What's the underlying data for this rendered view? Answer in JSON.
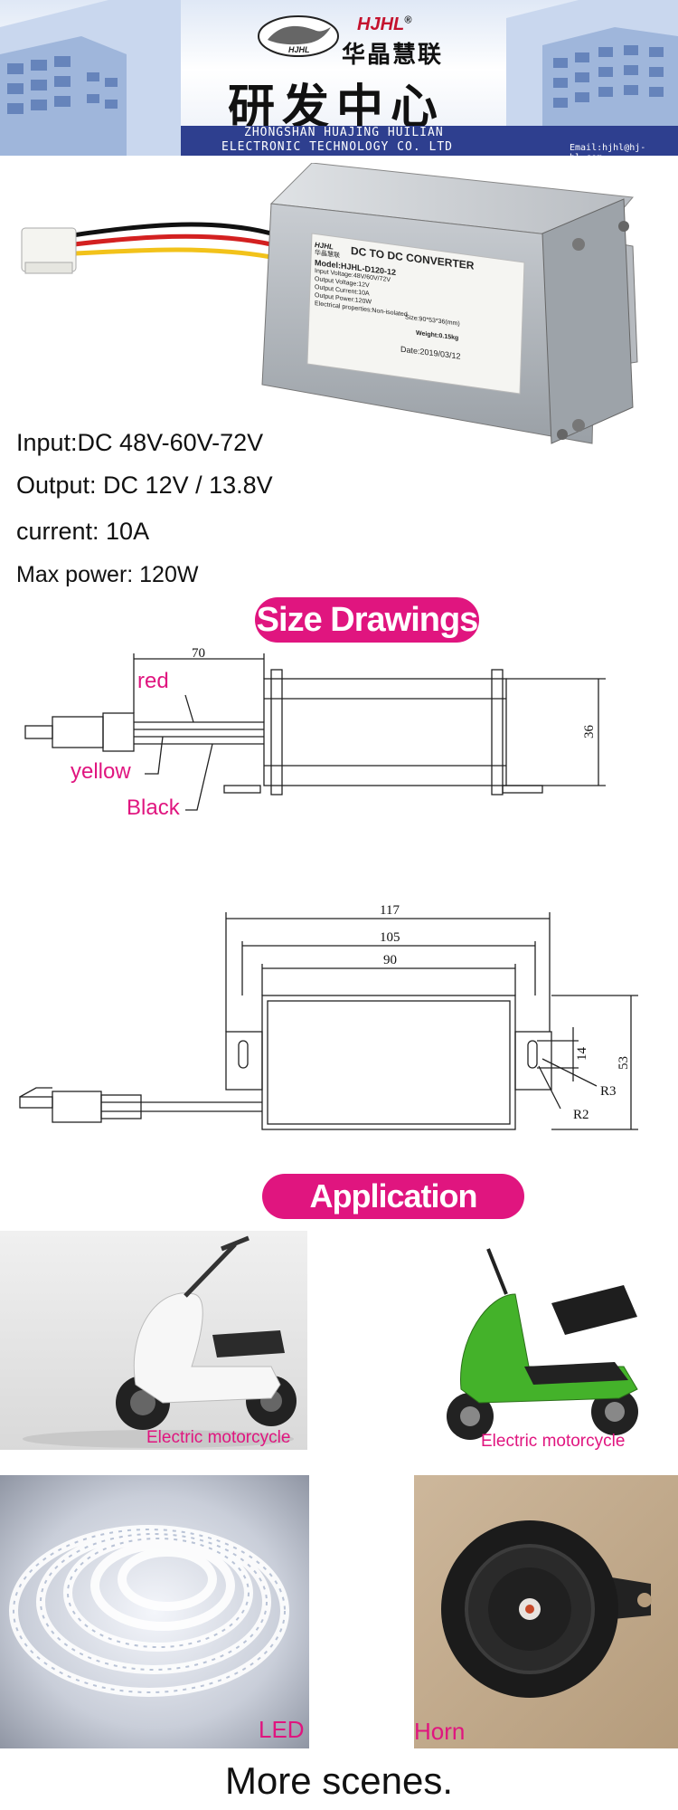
{
  "header": {
    "brand": "HJHL",
    "brand_registered": "®",
    "brand_cn": "华晶慧联",
    "logo_small": "HJHL",
    "title_cn": "研发中心",
    "company_line1": "ZHONGSHAN HUAJING HUILIAN",
    "company_line2": "ELECTRONIC TECHNOLOGY CO. LTD",
    "email": "Email:hjhl@hj-hl.com"
  },
  "product_label": {
    "brand": "HJHL",
    "brand_cn": "华晶慧联",
    "heading": "DC TO DC CONVERTER",
    "model": "Model:HJHL-D120-12",
    "lines": [
      "Input Voltage:48V/60V/72V",
      "Output Voltage:12V",
      "Output Current:10A",
      "Output Power:120W",
      "Electrical properties:Non-isolated"
    ],
    "size": "Size:90*53*36(mm)",
    "weight": "Weight:0.15kg",
    "date": "Date:2019/03/12"
  },
  "specs": {
    "input": "Input:DC 48V-60V-72V",
    "output": "Output: DC 12V / 13.8V",
    "current": "current: 10A",
    "max_power": "Max power: 120W"
  },
  "size_drawings": {
    "title": "Size Drawings",
    "side_view": {
      "lead_length": "70",
      "height": "36",
      "wire_labels": {
        "red": "red",
        "yellow": "yellow",
        "black": "Black"
      }
    },
    "top_view": {
      "overall": "117",
      "mount_pitch": "105",
      "body_length": "90",
      "width": "53",
      "slot": "14",
      "r3": "R3",
      "r2": "R2"
    }
  },
  "application": {
    "title": "Application scenario",
    "scenes": [
      {
        "caption": "Electric motorcycle"
      },
      {
        "caption": "Electric motorcycle"
      },
      {
        "caption": "LED"
      },
      {
        "caption": "Horn"
      }
    ],
    "more": "More scenes."
  },
  "colors": {
    "accent_pink": "#e0157f",
    "banner_strip": "#2e3f8f",
    "brand_red": "#c4122e"
  }
}
